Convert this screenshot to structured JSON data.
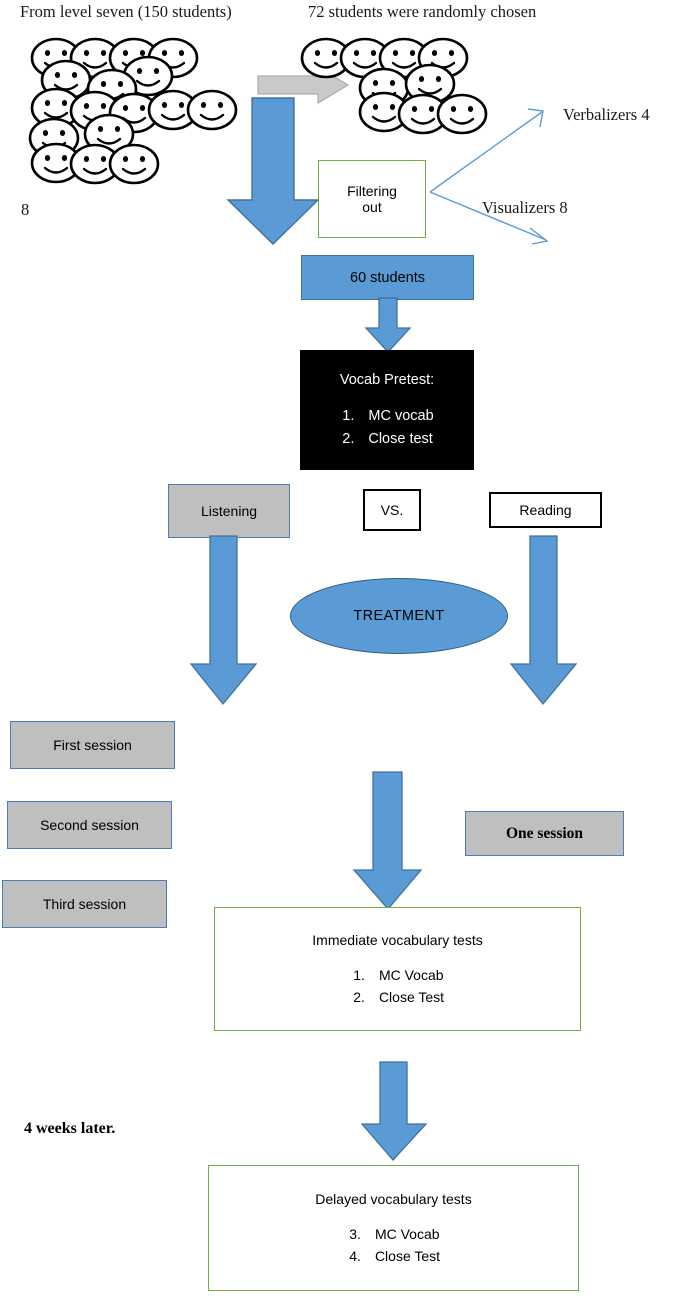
{
  "headers": {
    "left": "From level seven (150 students)",
    "right": "72 students were randomly chosen"
  },
  "labels": {
    "count_eight": "8",
    "verbalizers": "Verbalizers 4",
    "visualizers": "Visualizers  8",
    "four_weeks_later": "4 weeks later."
  },
  "nodes": {
    "filtering_out": "Filtering\nout",
    "filtering_out_line1": "Filtering",
    "filtering_out_line2": "out",
    "sixty_students": "60 students",
    "vocab_pretest_title": "Vocab Pretest:",
    "listening": "Listening",
    "versus": "VS.",
    "reading": "Reading",
    "treatment": "TREATMENT",
    "first_session": "First session",
    "second_session": "Second session",
    "third_session": "Third session",
    "one_session": "One session",
    "immediate_tests_title": "Immediate vocabulary tests",
    "delayed_tests_title": "Delayed vocabulary tests"
  },
  "pretest_items": [
    {
      "num": "1.",
      "text": "MC vocab"
    },
    {
      "num": "2.",
      "text": "Close test"
    }
  ],
  "immediate_items": [
    {
      "num": "1.",
      "text": "MC Vocab"
    },
    {
      "num": "2.",
      "text": "Close Test"
    }
  ],
  "delayed_items": [
    {
      "num": "3.",
      "text": "MC Vocab"
    },
    {
      "num": "4.",
      "text": "Close Test"
    }
  ],
  "icons": {
    "smiley": "smiley-face-icon",
    "gray_arrow": "gray-right-arrow-icon",
    "blue_arrow": "blue-down-arrow-icon",
    "thin_arrow": "thin-diagonal-arrow-icon"
  },
  "colors": {
    "accent_blue": "#5B9BD5",
    "blue_border": "#41719C",
    "gray_fill": "#BFBFBF",
    "gray_border": "#4A7EBB",
    "green_border": "#70AD47",
    "black_fill": "#000000",
    "gray_arrow": "#C8C8C8",
    "thin_arrow": "#5B9BD5"
  },
  "smiley_clusters": {
    "left_count": 16,
    "right_count": 9
  }
}
